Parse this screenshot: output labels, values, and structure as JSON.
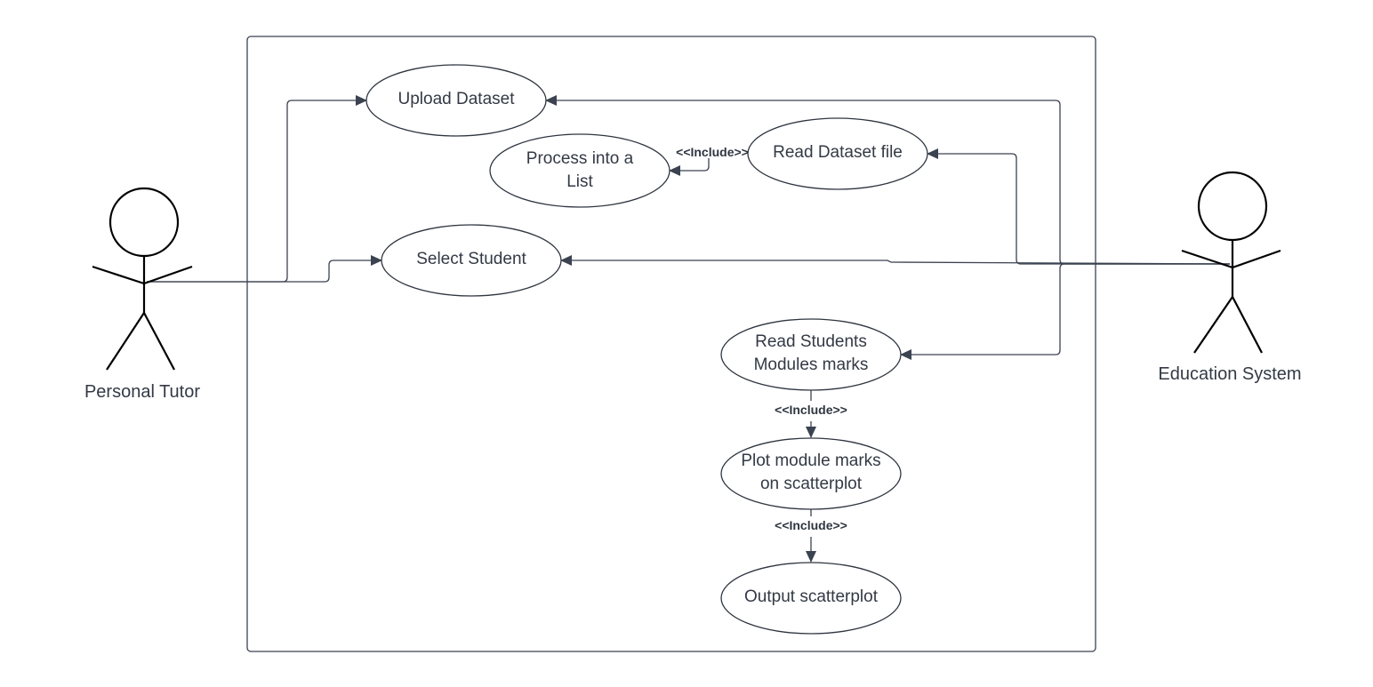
{
  "actors": {
    "personal_tutor": "Personal Tutor",
    "education_system": "Education System"
  },
  "use_cases": {
    "upload_dataset": "Upload Dataset",
    "read_dataset_file": "Read Dataset file",
    "process_list_line1": "Process into a",
    "process_list_line2": "List",
    "select_student": "Select Student",
    "read_marks_line1": "Read Students",
    "read_marks_line2": "Modules marks",
    "plot_marks_line1": "Plot module marks",
    "plot_marks_line2": "on scatterplot",
    "output_scatterplot": "Output scatterplot"
  },
  "relationships": {
    "include_read_process": "<<Include>>",
    "include_read_plot": "<<Include>>",
    "include_plot_output": "<<Include>>"
  },
  "colors": {
    "line": "#3b4250",
    "text": "#333a45",
    "actor_stroke": "#000000",
    "background": "#ffffff"
  }
}
